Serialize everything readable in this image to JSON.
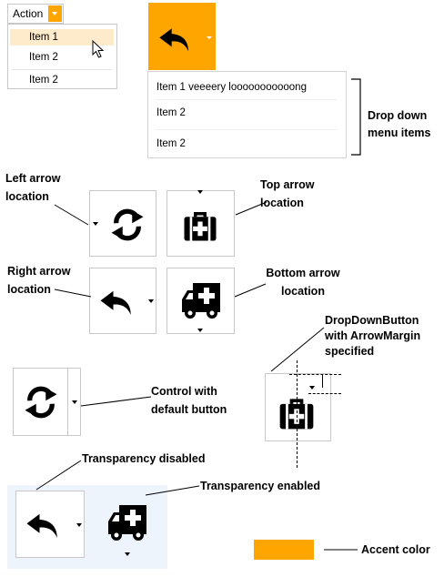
{
  "colors": {
    "accent": "#FFA500",
    "hover": "#FDEBCB",
    "border": "#C8C8C8",
    "transparency_bg": "#EDF4FC"
  },
  "small_dropdown": {
    "label": "Action",
    "items": [
      "Item 1",
      "Item 2",
      "Item 2"
    ],
    "selected_index": 0
  },
  "accent_dropdown": {
    "icon": "undo-arrow-icon",
    "items": [
      "Item 1 veeeery looooooooooong",
      "Item 2",
      "Item 2"
    ]
  },
  "annotations": {
    "dropdown_items": "Drop down\nmenu items",
    "left_arrow": "Left arrow\nlocation",
    "top_arrow": "Top arrow\nlocation",
    "right_arrow": "Right arrow\nlocation",
    "bottom_arrow": "Bottom arrow\nlocation",
    "arrow_margin": "DropDownButton\nwith ArrowMargin\nspecified",
    "default_button": "Control with\ndefault button",
    "transparency_disabled": "Transparency disabled",
    "transparency_enabled": "Transparency enabled",
    "accent_color": "Accent color"
  },
  "buttons": [
    {
      "icon": "refresh-icon",
      "arrow": "left"
    },
    {
      "icon": "medical-kit-icon",
      "arrow": "top"
    },
    {
      "icon": "undo-arrow-icon",
      "arrow": "right"
    },
    {
      "icon": "ambulance-icon",
      "arrow": "bottom"
    },
    {
      "icon": "medical-kit-icon",
      "arrow": "bottom-margin"
    },
    {
      "icon": "refresh-icon",
      "arrow": "split-right"
    },
    {
      "icon": "undo-arrow-icon",
      "arrow": "right"
    },
    {
      "icon": "ambulance-icon",
      "arrow": "bottom"
    }
  ]
}
